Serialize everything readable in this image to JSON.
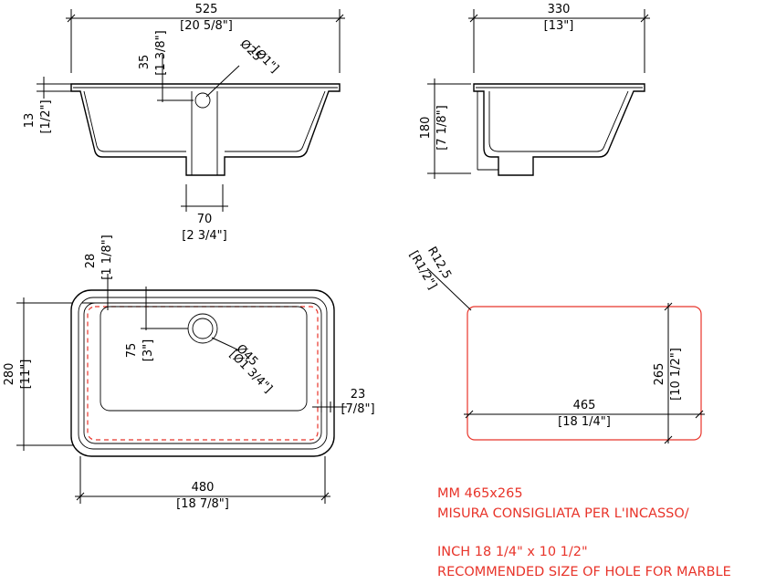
{
  "colors": {
    "cut_line": "#e8342a",
    "line": "#000000"
  },
  "front_view": {
    "width_mm": "525",
    "width_in": "[20 5/8\"]",
    "drain_offset_mm": "35",
    "drain_offset_in": "[1 3/8\"]",
    "drain_dia_mm": "Ø25",
    "drain_dia_in": "[Ø1\"]",
    "rim_mm": "13",
    "rim_in": "[1/2\"]",
    "outlet_mm": "70",
    "outlet_in": "[2 3/4\"]"
  },
  "side_view": {
    "width_mm": "330",
    "width_in": "[13\"]",
    "height_mm": "180",
    "height_in": "[7 1/8\"]"
  },
  "top_view": {
    "offset_mm": "28",
    "offset_in": "[1 1/8\"]",
    "center_mm": "75",
    "center_in": "[3\"]",
    "hole_dia_mm": "Ø45",
    "hole_dia_in": "[Ø1 3/4\"]",
    "depth_mm": "280",
    "depth_in": "[11\"]",
    "edge_mm": "23",
    "edge_in": "[7/8\"]",
    "width_mm": "480",
    "width_in": "[18 7/8\"]"
  },
  "cutout": {
    "radius_mm": "R12,5",
    "radius_in": "[R1/2\"]",
    "width_mm": "465",
    "width_in": "[18 1/4\"]",
    "height_mm": "265",
    "height_in": "[10 1/2\"]"
  },
  "notes": {
    "line1": "MM 465x265",
    "line2": "MISURA CONSIGLIATA PER L'INCASSO/",
    "line3": "INCH 18 1/4\" x 10 1/2\"",
    "line4": "RECOMMENDED SIZE OF HOLE FOR MARBLE"
  }
}
